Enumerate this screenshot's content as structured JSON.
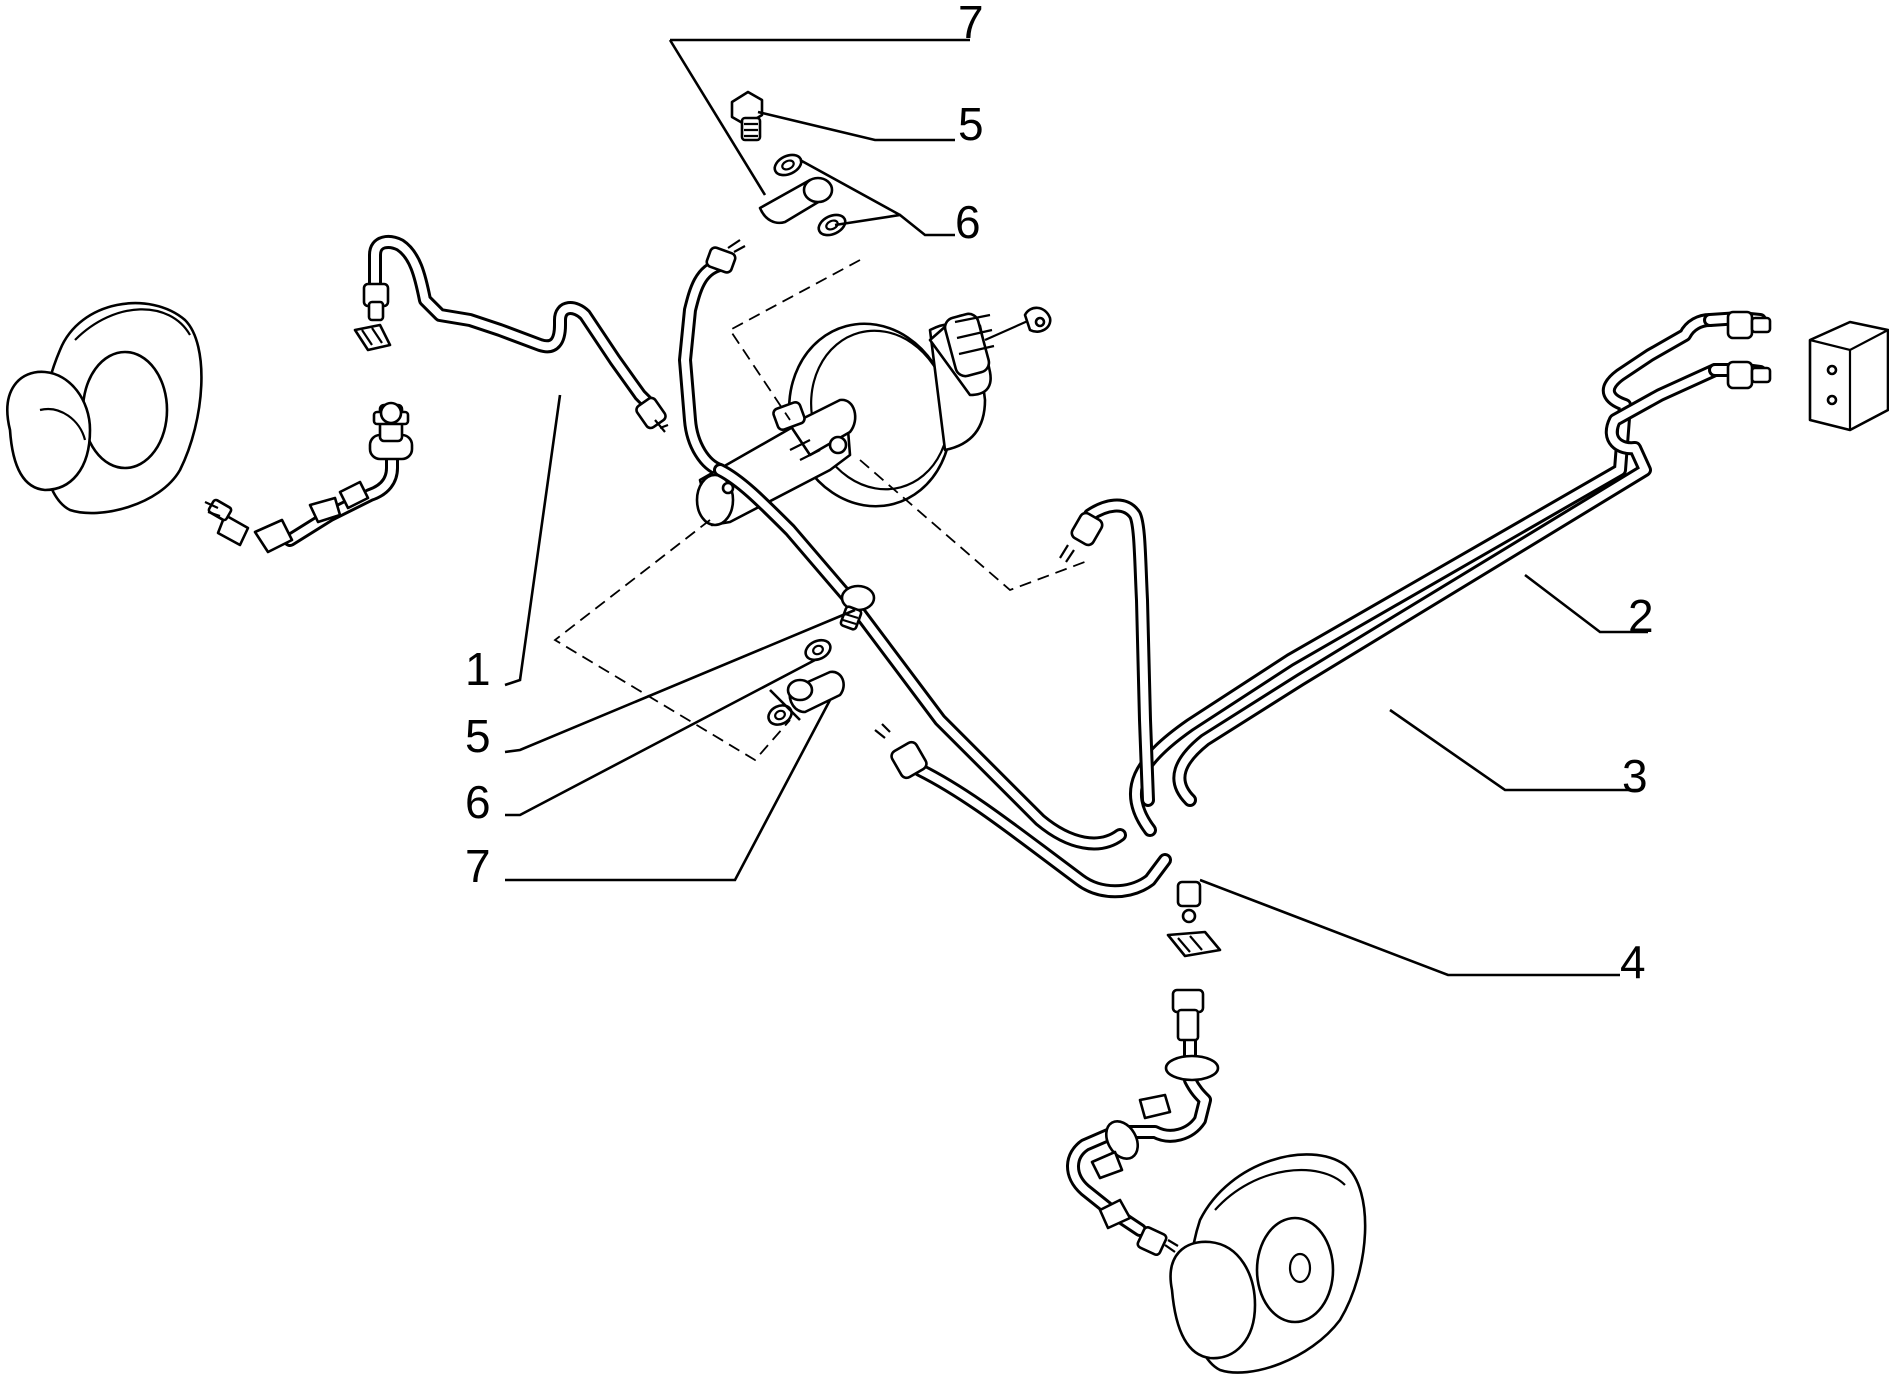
{
  "callouts": {
    "c1": "1",
    "c2": "2",
    "c3": "3",
    "c4": "4",
    "c5_top": "5",
    "c5_left": "5",
    "c6_top": "6",
    "c6_left": "6",
    "c7_top": "7",
    "c7_left": "7"
  }
}
